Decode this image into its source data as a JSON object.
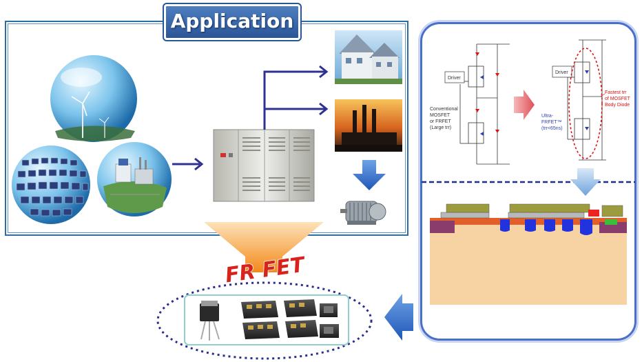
{
  "application": {
    "title": "Application"
  },
  "frfet": {
    "label": "FR FET"
  },
  "circuits": {
    "driver_left": "Driver",
    "driver_right": "Driver",
    "conventional_line1": "Conventional",
    "conventional_line2": "MOSFET",
    "conventional_line3": "or FRFET",
    "conventional_line4": "(Large trr)",
    "ultra_line1": "Ultra-",
    "ultra_line2": "FRFET™",
    "ultra_line3": "(trr<65ns)",
    "fastest_line1": "Fastest trr",
    "fastest_line2": "of MOSFET",
    "fastest_line3": "Body Diode"
  },
  "colors": {
    "accent_blue": "#2a5597",
    "arrow_navy": "#2e3192",
    "frfet_red": "#d8231c",
    "highlight_orange": "#f39a2d"
  },
  "icons": [
    "wind-turbine",
    "solar-panels",
    "power-plant",
    "house",
    "factory",
    "electric-motor",
    "inverter-cabinet",
    "power-modules"
  ]
}
